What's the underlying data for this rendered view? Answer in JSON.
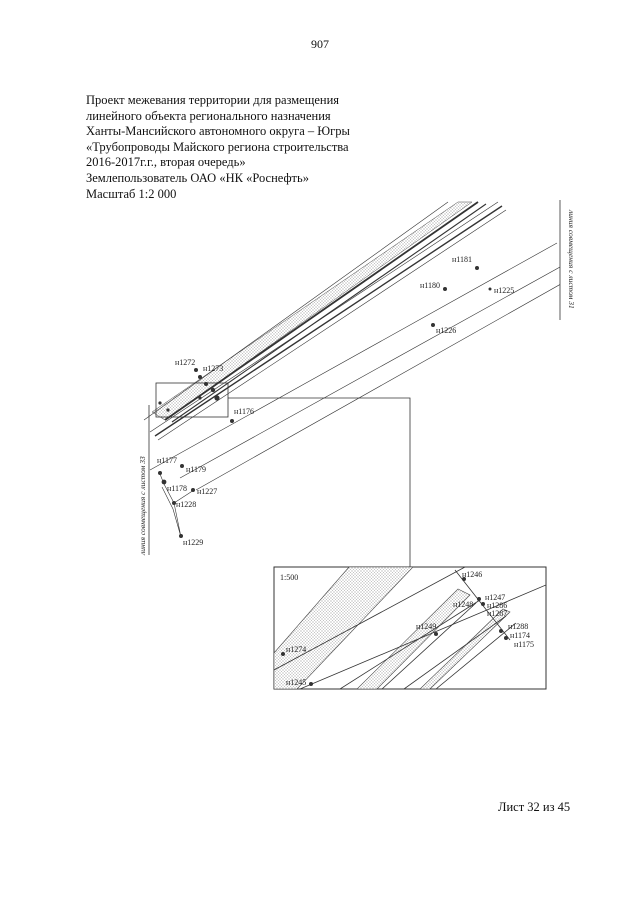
{
  "header": {
    "page_number": "907"
  },
  "title": {
    "lines": [
      "Проект межевания территории для размещения",
      "линейного объекта регионального назначения",
      "Ханты-Мансийского автономного округа – Югры",
      "«Трубопроводы Майского региона строительства",
      "2016-2017г.г., вторая очередь»",
      "Землепользователь ОАО «НК «Роснефть»",
      "Масштаб 1:2 000"
    ]
  },
  "map": {
    "match_line_right": "линия совмещения с листом 31",
    "match_line_left": "линия совмещения с листом 33",
    "points": {
      "p1181": "н1181",
      "p1180": "н1180",
      "p1225": "н1225",
      "p1226": "н1226",
      "p1272": "н1272",
      "p1273": "н1273",
      "p1176": "н1176",
      "p1177": "н1177",
      "p1179": "н1179",
      "p1178": "н1178",
      "p1227": "н1227",
      "p1228": "н1228",
      "p1229": "н1229"
    }
  },
  "inset": {
    "scale": "1:500",
    "points": {
      "p1246": "н1246",
      "p1247": "н1247",
      "p1248": "н1248",
      "p1286": "н1286",
      "p1287": "н1287",
      "p1249": "н1249",
      "p1288": "н1288",
      "p1174": "н1174",
      "p1175": "н1175",
      "p1274": "н1274",
      "p1245": "н1245"
    }
  },
  "footer": {
    "sheet_label": "Лист 32 из 45"
  }
}
